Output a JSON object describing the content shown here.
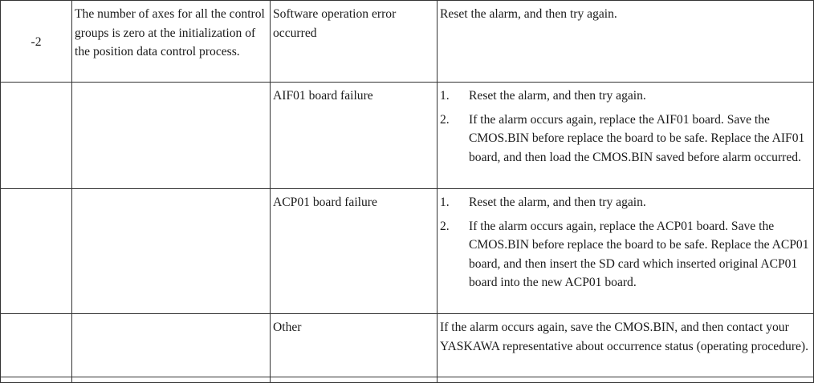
{
  "table": {
    "rows": [
      {
        "sub_code": "-2",
        "cause": "The number of axes for all the control groups is zero at the initialization of the position data control process.",
        "type": "Software operation error occurred",
        "action": "Reset the alarm, and then try again."
      },
      {
        "sub_code": "",
        "cause": "",
        "type": "AIF01 board failure",
        "steps": [
          {
            "num": "1.",
            "text": "Reset the alarm, and then try again."
          },
          {
            "num": "2.",
            "text": "If the alarm occurs again, replace the AIF01 board. Save the CMOS.BIN before replace the board to be safe. Replace the AIF01 board, and then load the CMOS.BIN saved before alarm occurred."
          }
        ]
      },
      {
        "sub_code": "",
        "cause": "",
        "type": "ACP01 board failure",
        "steps": [
          {
            "num": "1.",
            "text": "Reset the alarm, and then try again."
          },
          {
            "num": "2.",
            "text": "If the alarm occurs again, replace the ACP01 board. Save the CMOS.BIN before replace the board to be safe. Replace the ACP01 board, and then insert the SD card which inserted original ACP01 board into the new ACP01 board."
          }
        ]
      },
      {
        "sub_code": "",
        "cause": "",
        "type": "Other",
        "action": "If the alarm occurs again, save the CMOS.BIN, and then contact your YASKAWA representative about occurrence status (operating procedure)."
      }
    ]
  }
}
